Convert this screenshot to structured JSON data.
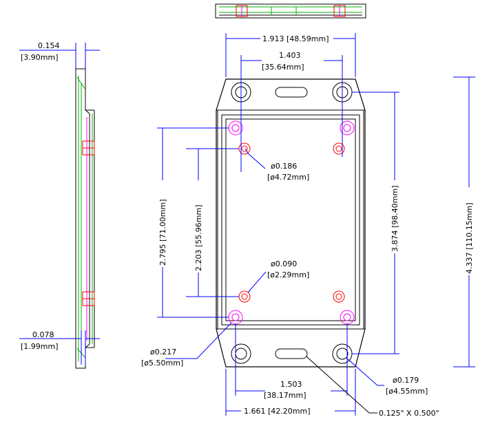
{
  "dimensions": {
    "wall_thickness": {
      "inch": "0.154",
      "mm": "[3.90mm]"
    },
    "lid_thickness": {
      "inch": "0.078",
      "mm": "[1.99mm]"
    },
    "top_outer_width": "1.913 [48.59mm]",
    "top_hole_spacing": {
      "inch": "1.403",
      "mm": "[35.64mm]"
    },
    "pcb_hole_diameter": {
      "inch": "ø0.186",
      "mm": "[ø4.72mm]"
    },
    "small_hole_diameter": {
      "inch": "ø0.090",
      "mm": "[ø2.29mm]"
    },
    "boss_diameter": {
      "inch": "ø0.217",
      "mm": "[ø5.50mm]"
    },
    "mount_hole_diameter": {
      "inch": "ø0.179",
      "mm": "[ø4.55mm]"
    },
    "bottom_inner_spacing": {
      "inch": "1.503",
      "mm": "[38.17mm]"
    },
    "bottom_outer_spacing": "1.661 [42.20mm]",
    "slot_size": "0.125\" X 0.500\"",
    "vert_boss_spacing": "2.795 [71.00mm]",
    "vert_pcb_spacing": "2.203 [55.96mm]",
    "vert_mount_spacing": "3.874 [98.40mm]",
    "overall_length": "4.337 [110.15mm]"
  }
}
